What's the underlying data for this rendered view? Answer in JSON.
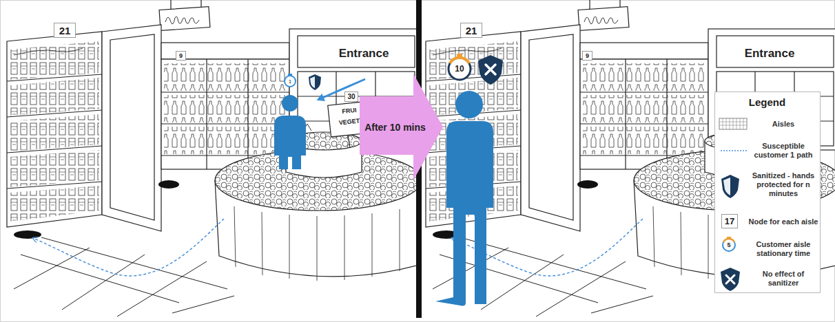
{
  "diagram": {
    "nodes": [
      {
        "text": [
          "21"
        ]
      },
      {
        "text": [
          "9"
        ]
      },
      {
        "text": [
          "30"
        ]
      },
      {
        "text": [
          "After 10 mins"
        ]
      },
      {
        "text": [
          "21"
        ]
      },
      {
        "text": [
          "9"
        ]
      }
    ],
    "labels": [
      "Entrance",
      "FRUI",
      "VEGET",
      "1",
      "Entrance",
      "10",
      "Legend",
      "17",
      "5"
    ],
    "legend": [
      {
        "text": "Aisles"
      },
      {
        "text": "Susceptible customer 1 path"
      },
      {
        "text": "Sanitized - hands protected for n minutes"
      },
      {
        "text": "Node for each aisle"
      },
      {
        "text": "Customer aisle stationary time"
      },
      {
        "text": "No effect of sanitizer"
      }
    ]
  }
}
